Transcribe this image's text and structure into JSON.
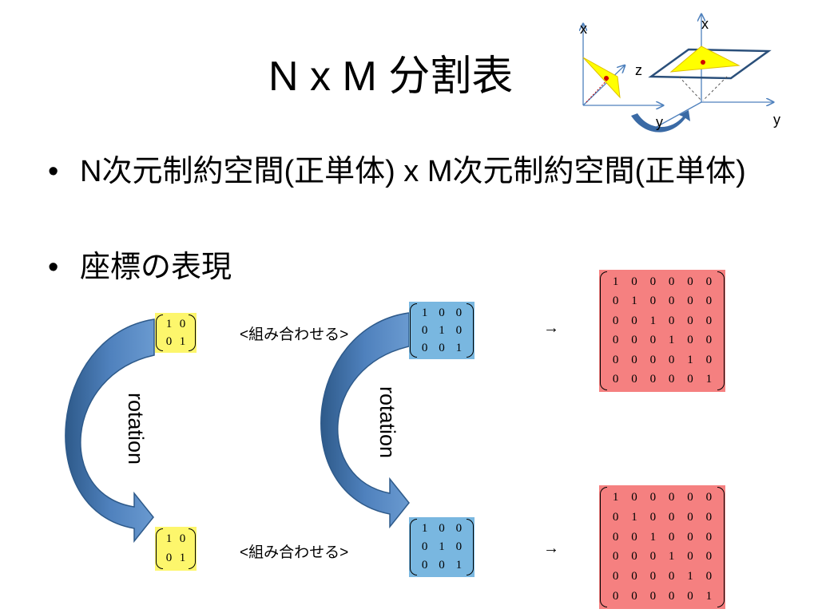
{
  "title": "N x M 分割表",
  "bullets": [
    {
      "text": "N次元制約空間(正単体) x M次元制約空間(正単体)"
    },
    {
      "text": "座標の表現"
    }
  ],
  "bullet_symbol": "•",
  "combine_label": "<組み合わせる>",
  "result_arrow": "→",
  "rotation_label": "rotation",
  "axis_labels": {
    "x1": "x",
    "x2": "x",
    "z": "z",
    "y1": "y",
    "y2": "y"
  },
  "matrices": {
    "yellow_2x2": [
      [
        "1",
        "0"
      ],
      [
        "0",
        "1"
      ]
    ],
    "blue_3x3": [
      [
        "1",
        "0",
        "0"
      ],
      [
        "0",
        "1",
        "0"
      ],
      [
        "0",
        "0",
        "1"
      ]
    ],
    "red_6x6": [
      [
        "1",
        "0",
        "0",
        "0",
        "0",
        "0"
      ],
      [
        "0",
        "1",
        "0",
        "0",
        "0",
        "0"
      ],
      [
        "0",
        "0",
        "1",
        "0",
        "0",
        "0"
      ],
      [
        "0",
        "0",
        "0",
        "1",
        "0",
        "0"
      ],
      [
        "0",
        "0",
        "0",
        "0",
        "1",
        "0"
      ],
      [
        "0",
        "0",
        "0",
        "0",
        "0",
        "1"
      ]
    ]
  },
  "colors": {
    "yellow": "#fdf66c",
    "blue": "#79b7e0",
    "red": "#f58080",
    "arrow_fill": "#4f81bd",
    "arrow_dark": "#2e5a8a"
  }
}
